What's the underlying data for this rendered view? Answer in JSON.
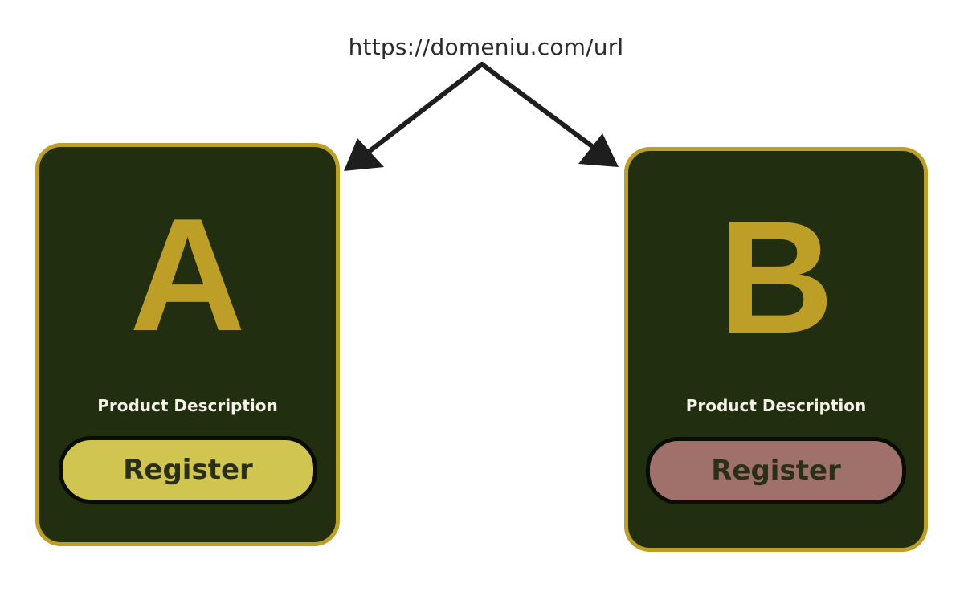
{
  "url": "https://domeniu.com/url",
  "colors": {
    "card_background": "#212e10",
    "card_border": "#bd9e26",
    "letter": "#bd9e26",
    "arrow": "#1e1e1e",
    "button_a": "#cfc550",
    "button_b": "#a0706b"
  },
  "variants": [
    {
      "letter": "A",
      "description": "Product Description",
      "button_label": "Register"
    },
    {
      "letter": "B",
      "description": "Product Description",
      "button_label": "Register"
    }
  ]
}
